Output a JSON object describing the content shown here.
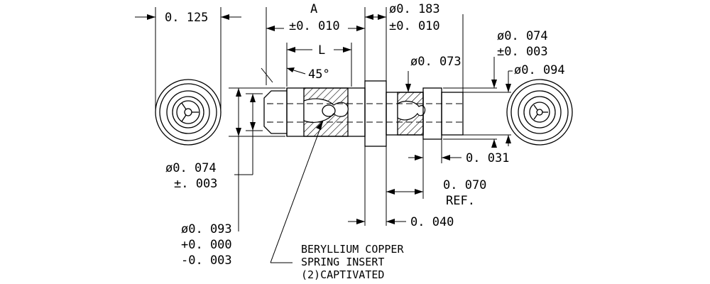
{
  "drawing": {
    "dims": {
      "d0125": "0. 125",
      "a_label": "A",
      "a_tol": "±0. 010",
      "d0183": "ø0. 183",
      "d0183_tol": "±0. 010",
      "l_label": "L",
      "angle": "45°",
      "d0073": "ø0. 073",
      "d0074_right": "ø0. 074",
      "d0074_right_tol": "±0. 003",
      "d0094": "ø0. 094",
      "d0031": "0. 031",
      "d0074_left": "ø0. 074",
      "d0074_left_tol": "±. 003",
      "d0070": "0. 070",
      "d0070_ref": "REF.",
      "d0093": "ø0. 093",
      "d0093_tol_plus": "+0. 000",
      "d0093_tol_minus": "-0. 003",
      "d0040": "0. 040"
    },
    "note": {
      "line1": "BERYLLIUM COPPER",
      "line2": "SPRING INSERT",
      "line3": "(2)CAPTIVATED"
    }
  }
}
